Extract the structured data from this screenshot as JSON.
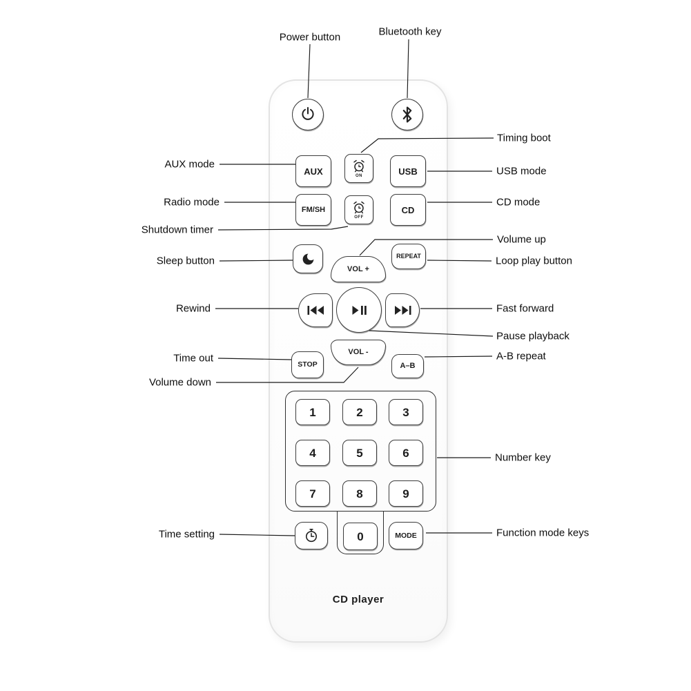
{
  "colors": {
    "line": "#1a1a1a",
    "button_border": "#3c3c3c",
    "background": "#ffffff"
  },
  "remote": {
    "product_label": "CD player",
    "buttons": {
      "aux": "AUX",
      "fm": "FM/SH",
      "usb": "USB",
      "cd": "CD",
      "timer_on": "ON",
      "timer_off": "OFF",
      "vol_up": "VOL +",
      "vol_down": "VOL -",
      "repeat": "REPEAT",
      "stop": "STOP",
      "ab": "A–B",
      "mode": "MODE"
    },
    "digits": [
      "1",
      "2",
      "3",
      "4",
      "5",
      "6",
      "7",
      "8",
      "9",
      "0"
    ],
    "icons": {
      "power": "power-icon",
      "bluetooth": "bluetooth-icon",
      "timer_on": "alarm-clock-icon",
      "timer_off": "alarm-clock-icon",
      "sleep": "moon-icon",
      "rewind": "previous-track-icon",
      "play_pause": "play-pause-icon",
      "fast_forward": "next-track-icon",
      "time_setting": "clock-icon"
    }
  },
  "annotations": {
    "top": [
      {
        "label": "Power button"
      },
      {
        "label": "Bluetooth key"
      }
    ],
    "left": [
      {
        "label": "AUX mode"
      },
      {
        "label": "Radio mode"
      },
      {
        "label": "Shutdown timer"
      },
      {
        "label": "Sleep button"
      },
      {
        "label": "Rewind"
      },
      {
        "label": "Time out"
      },
      {
        "label": "Volume down"
      },
      {
        "label": "Time setting"
      }
    ],
    "right": [
      {
        "label": "Timing boot"
      },
      {
        "label": "USB mode"
      },
      {
        "label": "CD mode"
      },
      {
        "label": "Volume up"
      },
      {
        "label": "Loop play button"
      },
      {
        "label": "Fast forward"
      },
      {
        "label": "Pause playback"
      },
      {
        "label": "A-B repeat"
      },
      {
        "label": "Number key"
      },
      {
        "label": "Function mode keys"
      }
    ]
  }
}
